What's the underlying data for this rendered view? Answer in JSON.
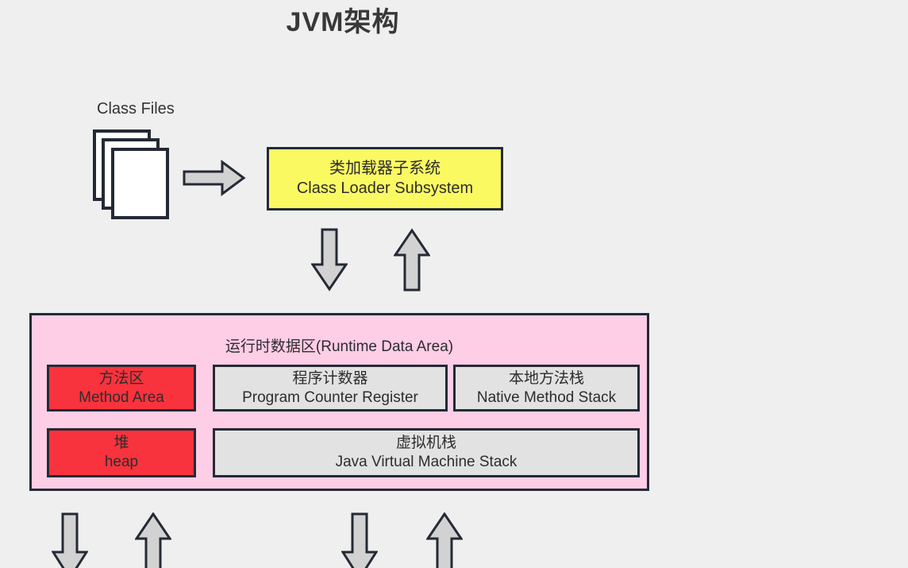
{
  "title": "JVM架构",
  "colors": {
    "background": "#EFEFEF",
    "border": "#242A35",
    "yellow_box": "#FBF962",
    "pink_area": "#FECDE6",
    "red_box": "#F9333D",
    "gray_box": "#E2E2E2",
    "arrow_fill": "#D2D2D2",
    "text": "#2D2D2D"
  },
  "class_files": {
    "label": "Class Files",
    "icon": "stacked-documents-icon"
  },
  "class_loader_box": {
    "line1": "类加载器子系统",
    "line2": "Class Loader Subsystem"
  },
  "runtime_data_area": {
    "title": "运行时数据区(Runtime Data Area)",
    "boxes": [
      {
        "name": "method-area",
        "line1": "方法区",
        "line2": "Method Area",
        "color": "red"
      },
      {
        "name": "program-counter-register",
        "line1": "程序计数器",
        "line2": "Program Counter Register",
        "color": "gray"
      },
      {
        "name": "native-method-stack",
        "line1": "本地方法栈",
        "line2": "Native Method Stack",
        "color": "gray"
      },
      {
        "name": "heap",
        "line1": "堆",
        "line2": "heap",
        "color": "red"
      },
      {
        "name": "java-virtual-machine-stack",
        "line1": "虚拟机栈",
        "line2": "Java Virtual Machine Stack",
        "color": "gray"
      }
    ]
  },
  "icons": {
    "arrow_right": "arrow-right-icon",
    "arrow_down": "arrow-down-icon",
    "arrow_up": "arrow-up-icon"
  }
}
